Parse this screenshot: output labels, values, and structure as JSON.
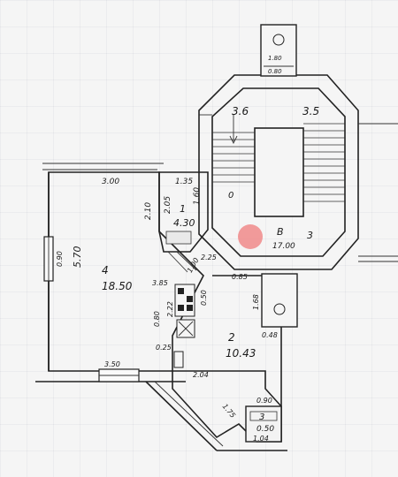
{
  "plan": {
    "marker_color": "#f08a8a",
    "labels": {
      "top_width": "3.00",
      "top_right_width": "1.35",
      "height_left": "2.10",
      "height_left2": "2.05",
      "height_right": "1.60",
      "room1_number": "1",
      "room1_area": "4.30",
      "room4_number": "4",
      "room4_area": "18.50",
      "room4_height": "5.70",
      "window_left_width": "0.90",
      "dim_2_25": "2.25",
      "dim_1_00": "1.00",
      "dim_3_85": "3.85",
      "dim_2_22": "2.22",
      "dim_0_50": "0.50",
      "dim_0_80": "0.80",
      "dim_0_25": "0.25",
      "dim_0_85": "0.85",
      "dim_1_68": "1.68",
      "dim_0_48": "0.48",
      "room2_number": "2",
      "room2_area": "10.43",
      "bottom_width": "3.50",
      "dim_2_04": "2.04",
      "dim_1_75": "1.75",
      "dim_0_90": "0.90",
      "room3_number": "3",
      "room3_area": "0.50",
      "dim_1_04": "1.04",
      "stair_3_6": "3.6",
      "stair_3_5": "3.5",
      "stair_B": "B",
      "stair_area": "17.00",
      "stair_3_right": "3",
      "stair_0": "0",
      "room_top_a": "1.80",
      "room_top_b": "0.80"
    }
  }
}
